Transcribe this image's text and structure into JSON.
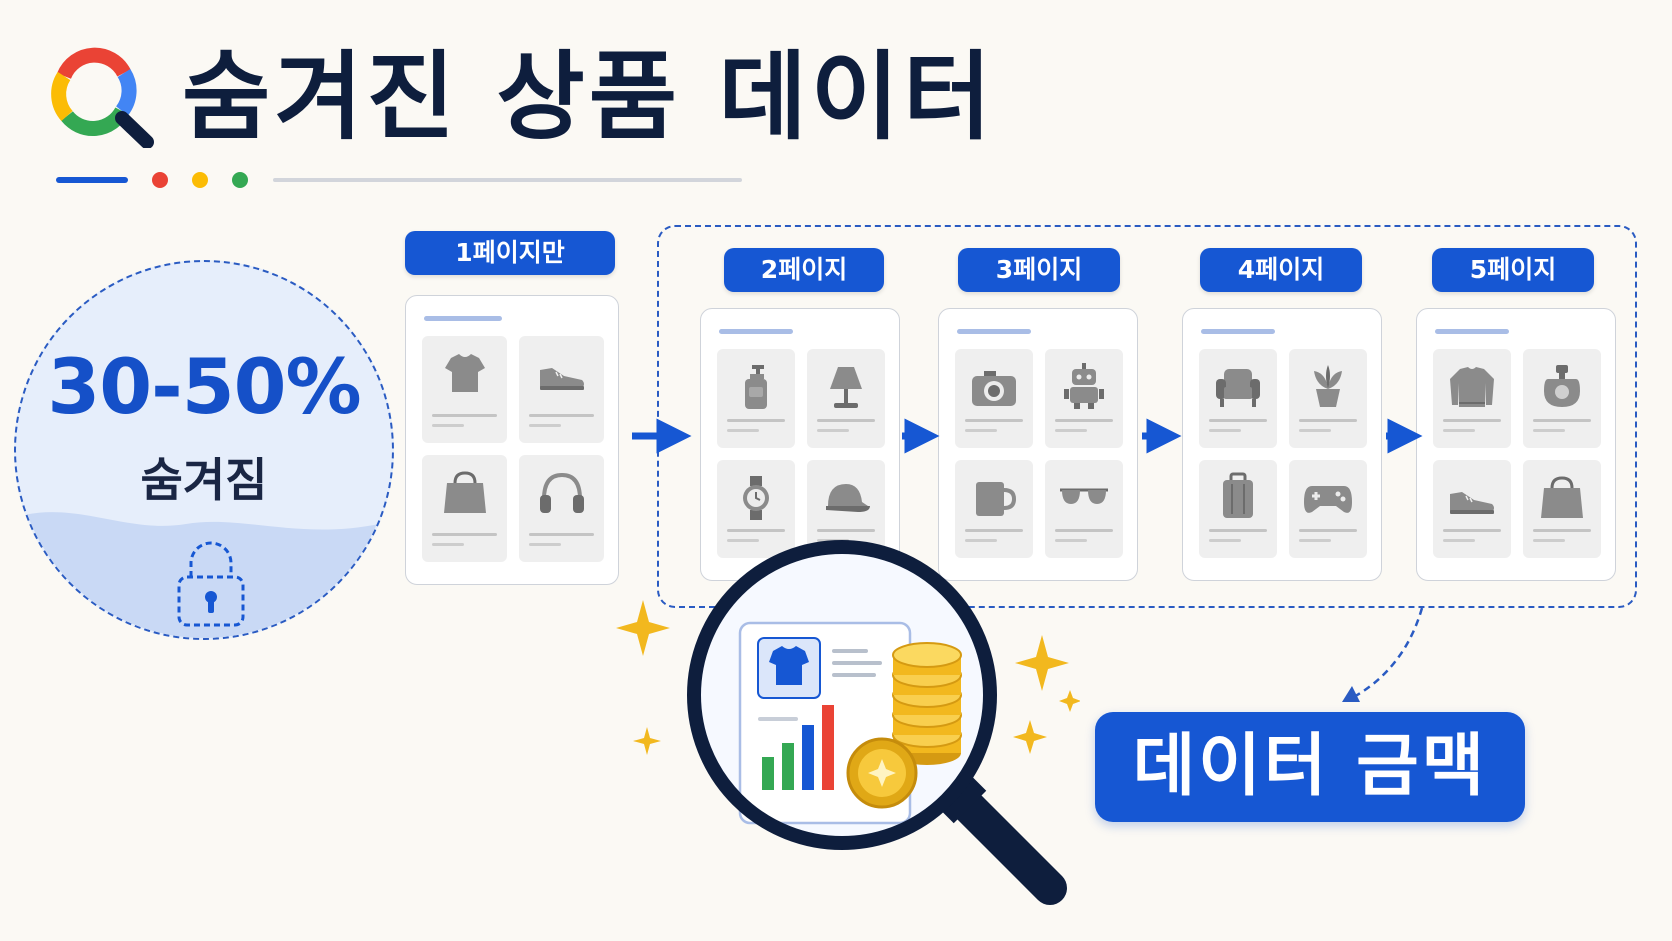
{
  "title": "숨겨진 상품 데이터",
  "stat": {
    "value": "30-50%",
    "label": "숨겨짐"
  },
  "pages": [
    {
      "label": "1페이지만",
      "icons": [
        "tshirt-icon",
        "sneaker-icon",
        "handbag-icon",
        "headphones-icon"
      ]
    },
    {
      "label": "2페이지",
      "icons": [
        "pump-bottle-icon",
        "lamp-icon",
        "watch-icon",
        "cap-icon"
      ]
    },
    {
      "label": "3페이지",
      "icons": [
        "camera-icon",
        "robot-icon",
        "mug-icon",
        "sunglasses-icon"
      ]
    },
    {
      "label": "4페이지",
      "icons": [
        "armchair-icon",
        "plant-icon",
        "suitcase-icon",
        "gamepad-icon"
      ]
    },
    {
      "label": "5페이지",
      "icons": [
        "sweater-icon",
        "perfume-icon",
        "sneaker-icon",
        "handbag-icon"
      ]
    }
  ],
  "badge": {
    "label": "데이터 금맥"
  },
  "colors": {
    "accent": "#1657d3",
    "title": "#0e1e3d",
    "google_red": "#ea4335",
    "google_yellow": "#fbbc05",
    "google_green": "#34a853",
    "google_blue": "#4285f4",
    "gold": "#f2b81e"
  }
}
